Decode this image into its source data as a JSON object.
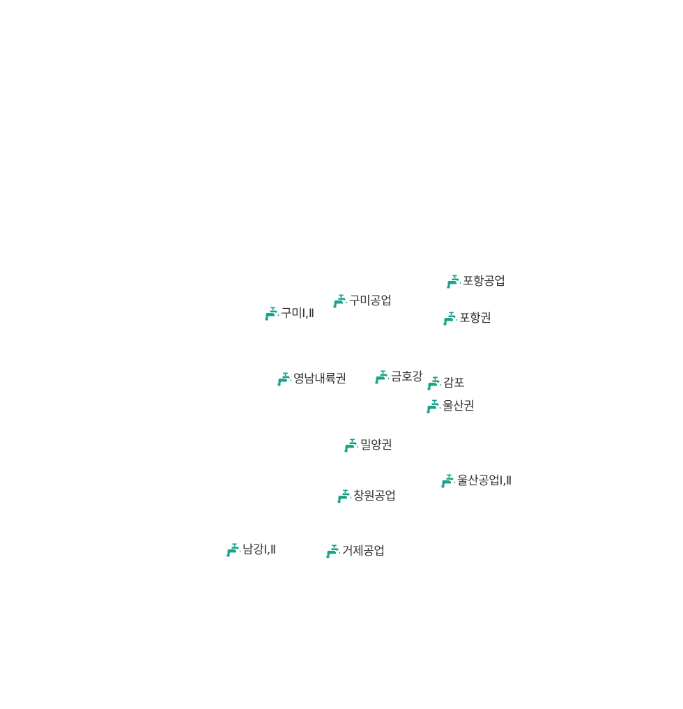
{
  "marker_icon": "water-faucet-icon",
  "icon_color": "#1aa38a",
  "label_color": "#333333",
  "markers": [
    {
      "id": "pohang-ind",
      "label": "포항공업"
    },
    {
      "id": "gumi-ind",
      "label": "구미공업"
    },
    {
      "id": "gumi",
      "label": "구미Ⅰ,Ⅱ"
    },
    {
      "id": "pohang",
      "label": "포항권"
    },
    {
      "id": "yeongnam",
      "label": "영남내륙권"
    },
    {
      "id": "geumho",
      "label": "금호강"
    },
    {
      "id": "gampo",
      "label": "감포"
    },
    {
      "id": "ulsan",
      "label": "울산권"
    },
    {
      "id": "miryang",
      "label": "밀양권"
    },
    {
      "id": "ulsan-ind",
      "label": "울산공업Ⅰ,Ⅱ"
    },
    {
      "id": "changwon-ind",
      "label": "창원공업"
    },
    {
      "id": "namgang",
      "label": "남강Ⅰ,Ⅱ"
    },
    {
      "id": "geoje-ind",
      "label": "거제공업"
    }
  ]
}
